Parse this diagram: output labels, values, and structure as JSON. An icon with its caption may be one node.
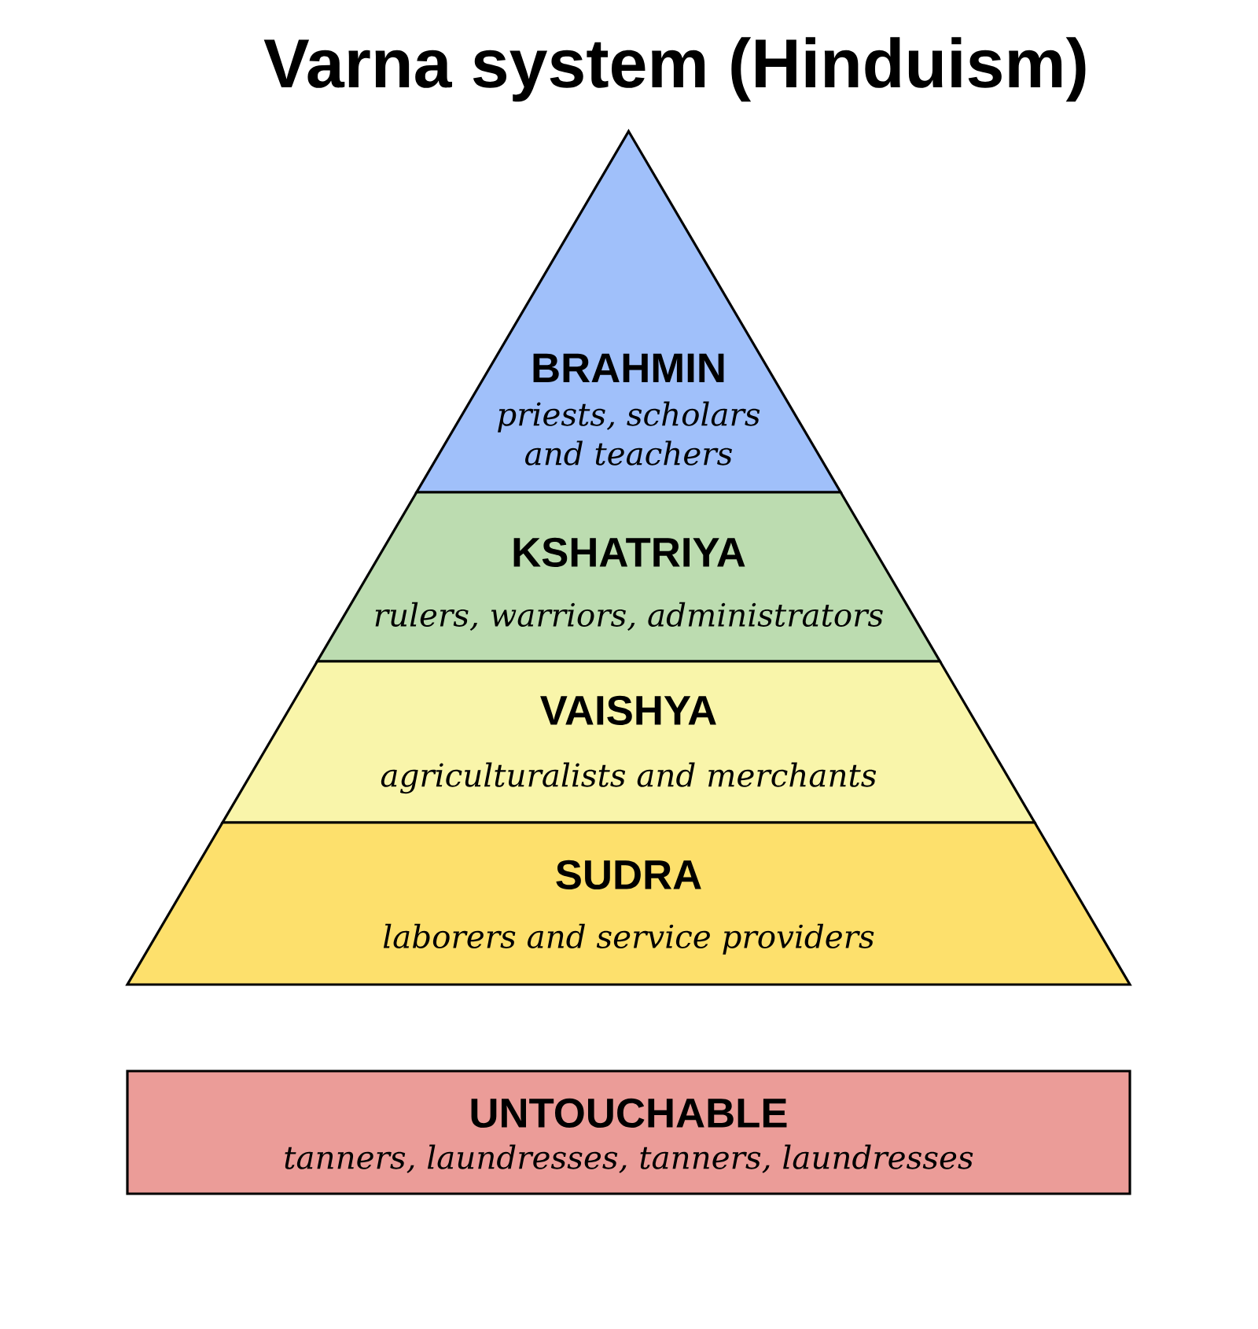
{
  "diagram": {
    "title": "Varna system (Hinduism)",
    "nodes": [
      {
        "text": [
          "BRAHMIN",
          "priests, scholars and teachers"
        ]
      },
      {
        "text": [
          "KSHATRIYA",
          "rulers, warriors, administrators"
        ]
      },
      {
        "text": [
          "VAISHYA",
          "agriculturalists and merchants"
        ]
      },
      {
        "text": [
          "SUDRA",
          "laborers and service providers"
        ]
      },
      {
        "text": [
          "UNTOUCHABLE",
          "tanners, laundresses, tanners, laundresses"
        ]
      }
    ]
  }
}
